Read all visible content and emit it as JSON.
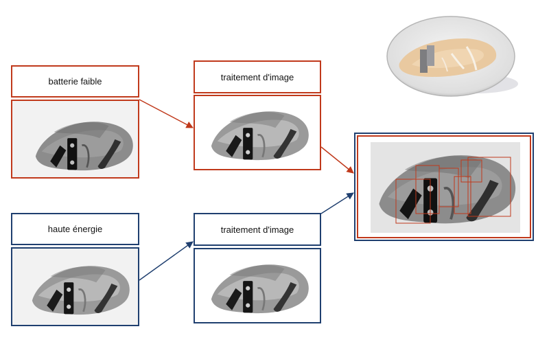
{
  "colors": {
    "low_energy": "#c0391b",
    "high_energy": "#1f3f6f"
  },
  "low_energy": {
    "label": "batterie faible"
  },
  "high_energy": {
    "label": "haute énergie"
  },
  "processing_top": {
    "label": "traitement d'image"
  },
  "processing_bottom": {
    "label": "traitement d'image"
  },
  "icons": {
    "photo": "chicken-breast-photo",
    "xray": "xray-scan-image",
    "result": "detected-contaminants-image"
  }
}
